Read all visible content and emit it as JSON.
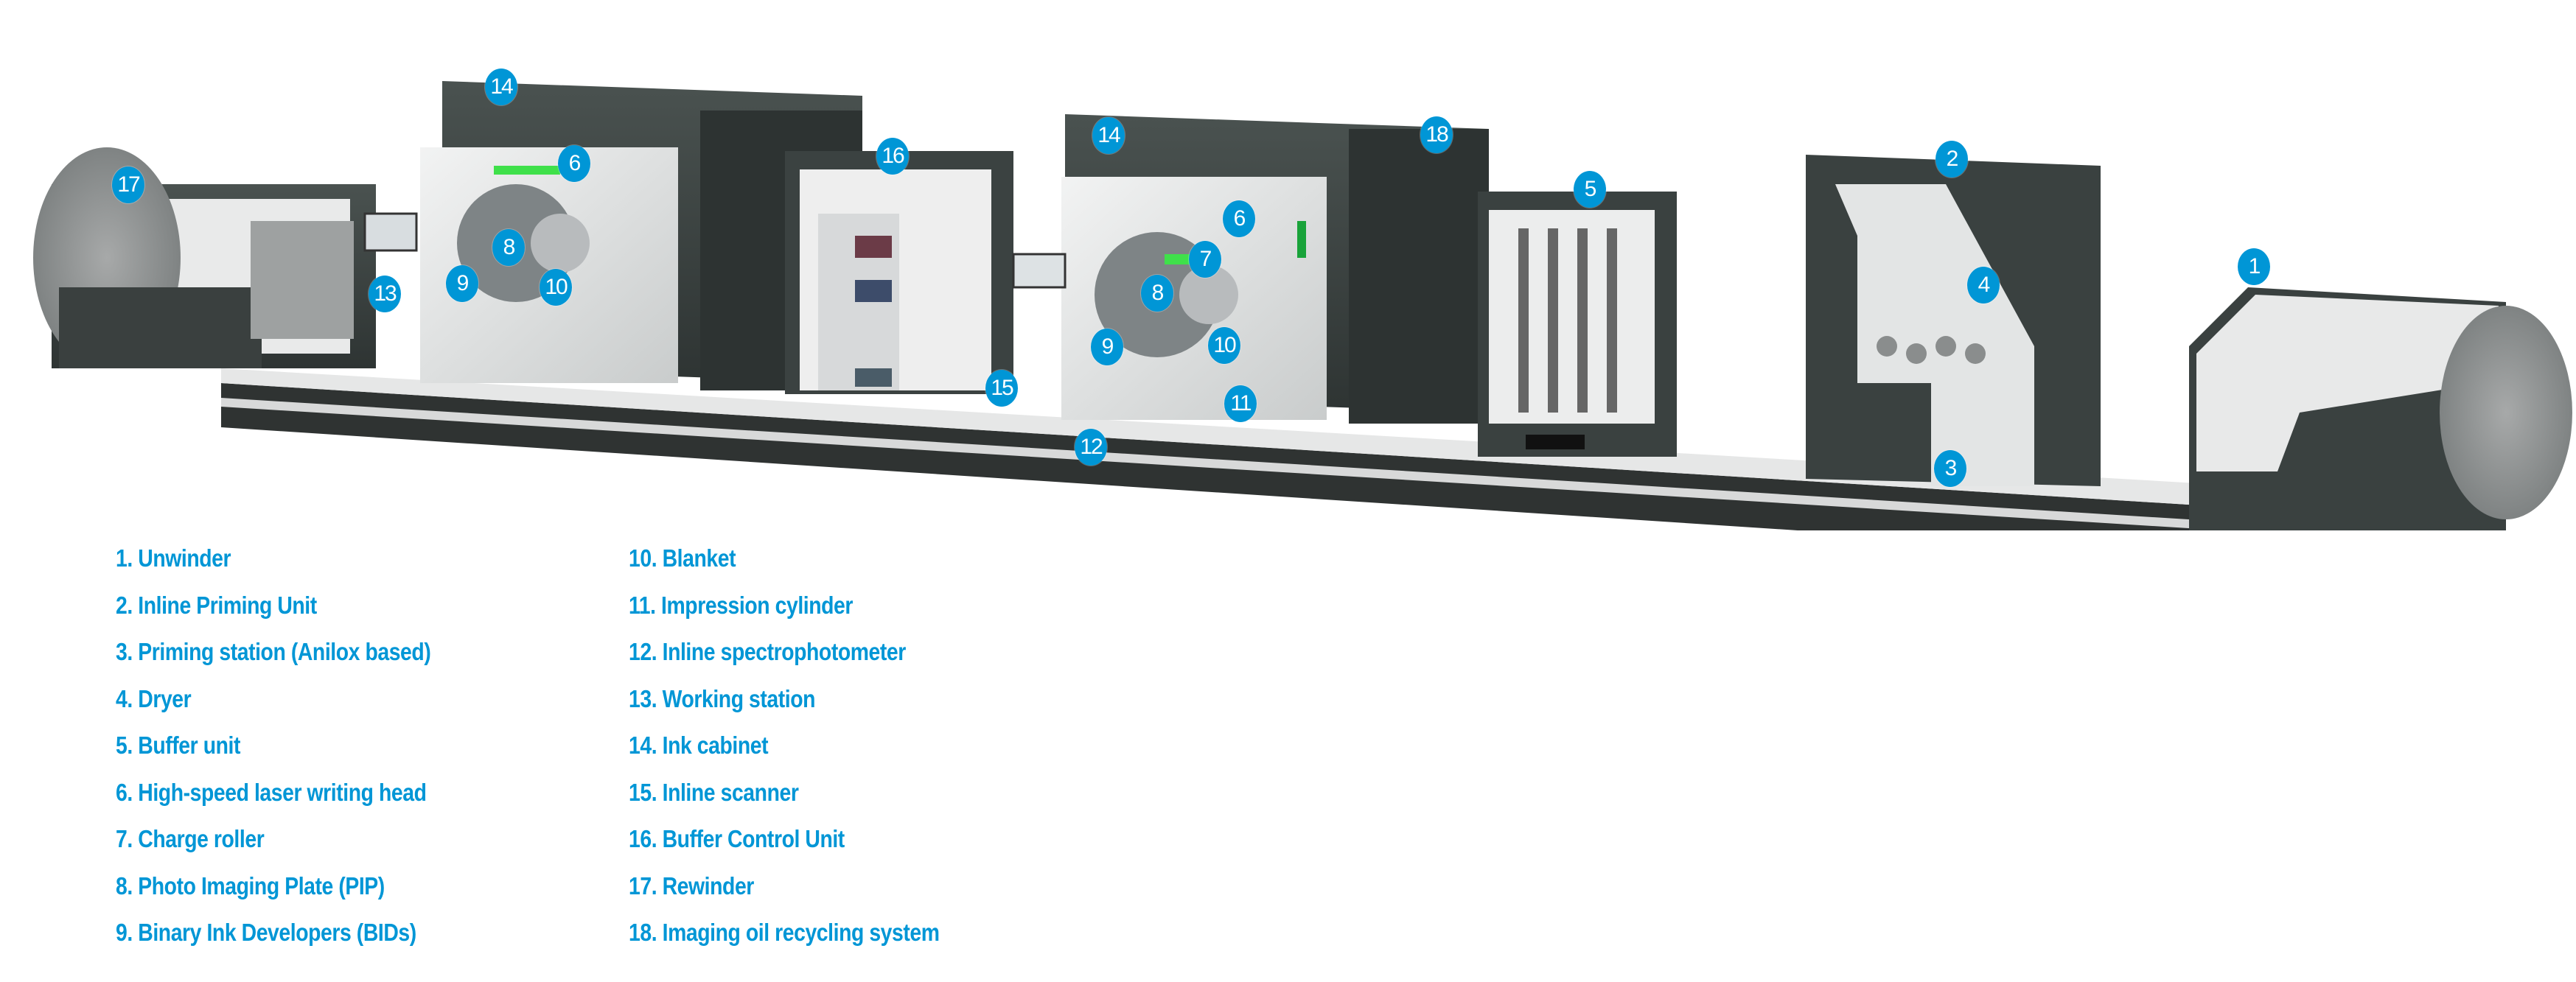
{
  "diagram": {
    "accent_color": "#0096d6",
    "markers": [
      {
        "id": "marker-17",
        "label": "17"
      },
      {
        "id": "marker-14a",
        "label": "14"
      },
      {
        "id": "marker-6a",
        "label": "6"
      },
      {
        "id": "marker-8a",
        "label": "8"
      },
      {
        "id": "marker-13",
        "label": "13"
      },
      {
        "id": "marker-9a",
        "label": "9"
      },
      {
        "id": "marker-10a",
        "label": "10"
      },
      {
        "id": "marker-16",
        "label": "16"
      },
      {
        "id": "marker-15",
        "label": "15"
      },
      {
        "id": "marker-14b",
        "label": "14"
      },
      {
        "id": "marker-18",
        "label": "18"
      },
      {
        "id": "marker-6b",
        "label": "6"
      },
      {
        "id": "marker-7",
        "label": "7"
      },
      {
        "id": "marker-8b",
        "label": "8"
      },
      {
        "id": "marker-9b",
        "label": "9"
      },
      {
        "id": "marker-10b",
        "label": "10"
      },
      {
        "id": "marker-11",
        "label": "11"
      },
      {
        "id": "marker-12",
        "label": "12"
      },
      {
        "id": "marker-5",
        "label": "5"
      },
      {
        "id": "marker-2",
        "label": "2"
      },
      {
        "id": "marker-4",
        "label": "4"
      },
      {
        "id": "marker-3",
        "label": "3"
      },
      {
        "id": "marker-1",
        "label": "1"
      }
    ]
  },
  "legend": {
    "column1": [
      "1. Unwinder",
      "2. Inline Priming Unit",
      "3. Priming station (Anilox based)",
      "4. Dryer",
      "5. Buffer unit",
      "6. High-speed laser writing head",
      "7. Charge roller",
      "8. Photo Imaging Plate (PIP)",
      "9. Binary Ink Developers (BIDs)"
    ],
    "column2": [
      "10. Blanket",
      "11. Impression cylinder",
      "12. Inline spectrophotometer",
      "13. Working station",
      "14. Ink cabinet",
      "15. Inline scanner",
      "16. Buffer Control Unit",
      "17. Rewinder",
      "18. Imaging oil recycling system"
    ]
  }
}
